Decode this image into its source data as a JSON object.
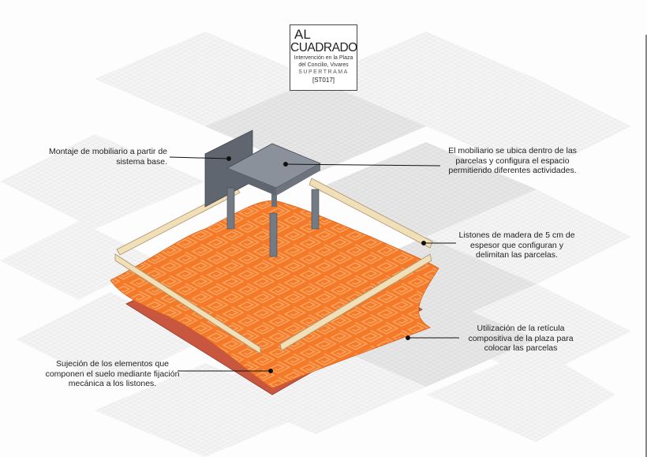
{
  "title_box": {
    "line1": "AL",
    "line2": "CUADRADO",
    "subtitle": "Intervención en la Plaza del Concilio, Vivares",
    "team": "SUPERTRAMA",
    "code": "[ST017]"
  },
  "annotations": [
    {
      "id": "furniture-assembly",
      "text": "Montaje de mobiliario a partir de sistema base."
    },
    {
      "id": "furniture-placement",
      "text": "El mobiliario se ubica dentro de las parcelas y configura el espacio permitiendo diferentes actividades."
    },
    {
      "id": "wood-slats",
      "text": "Listones de madera de 5 cm de espesor que configuran y delimitan las parcelas."
    },
    {
      "id": "grid-use",
      "text": "Utilización de la retícula compositiva de la plaza para colocar las parcelas"
    },
    {
      "id": "floor-fixing",
      "text": "Sujeción de los elementos que componen el suelo mediante fijación mecánica a los listones."
    }
  ],
  "colors": {
    "carpet": "#f47a2a",
    "carpet_pattern": "#f9a25c",
    "base": "#c9573f",
    "wood": "#f1dfb8",
    "furniture": "#6f7680",
    "grid": "#d9d9d9"
  }
}
